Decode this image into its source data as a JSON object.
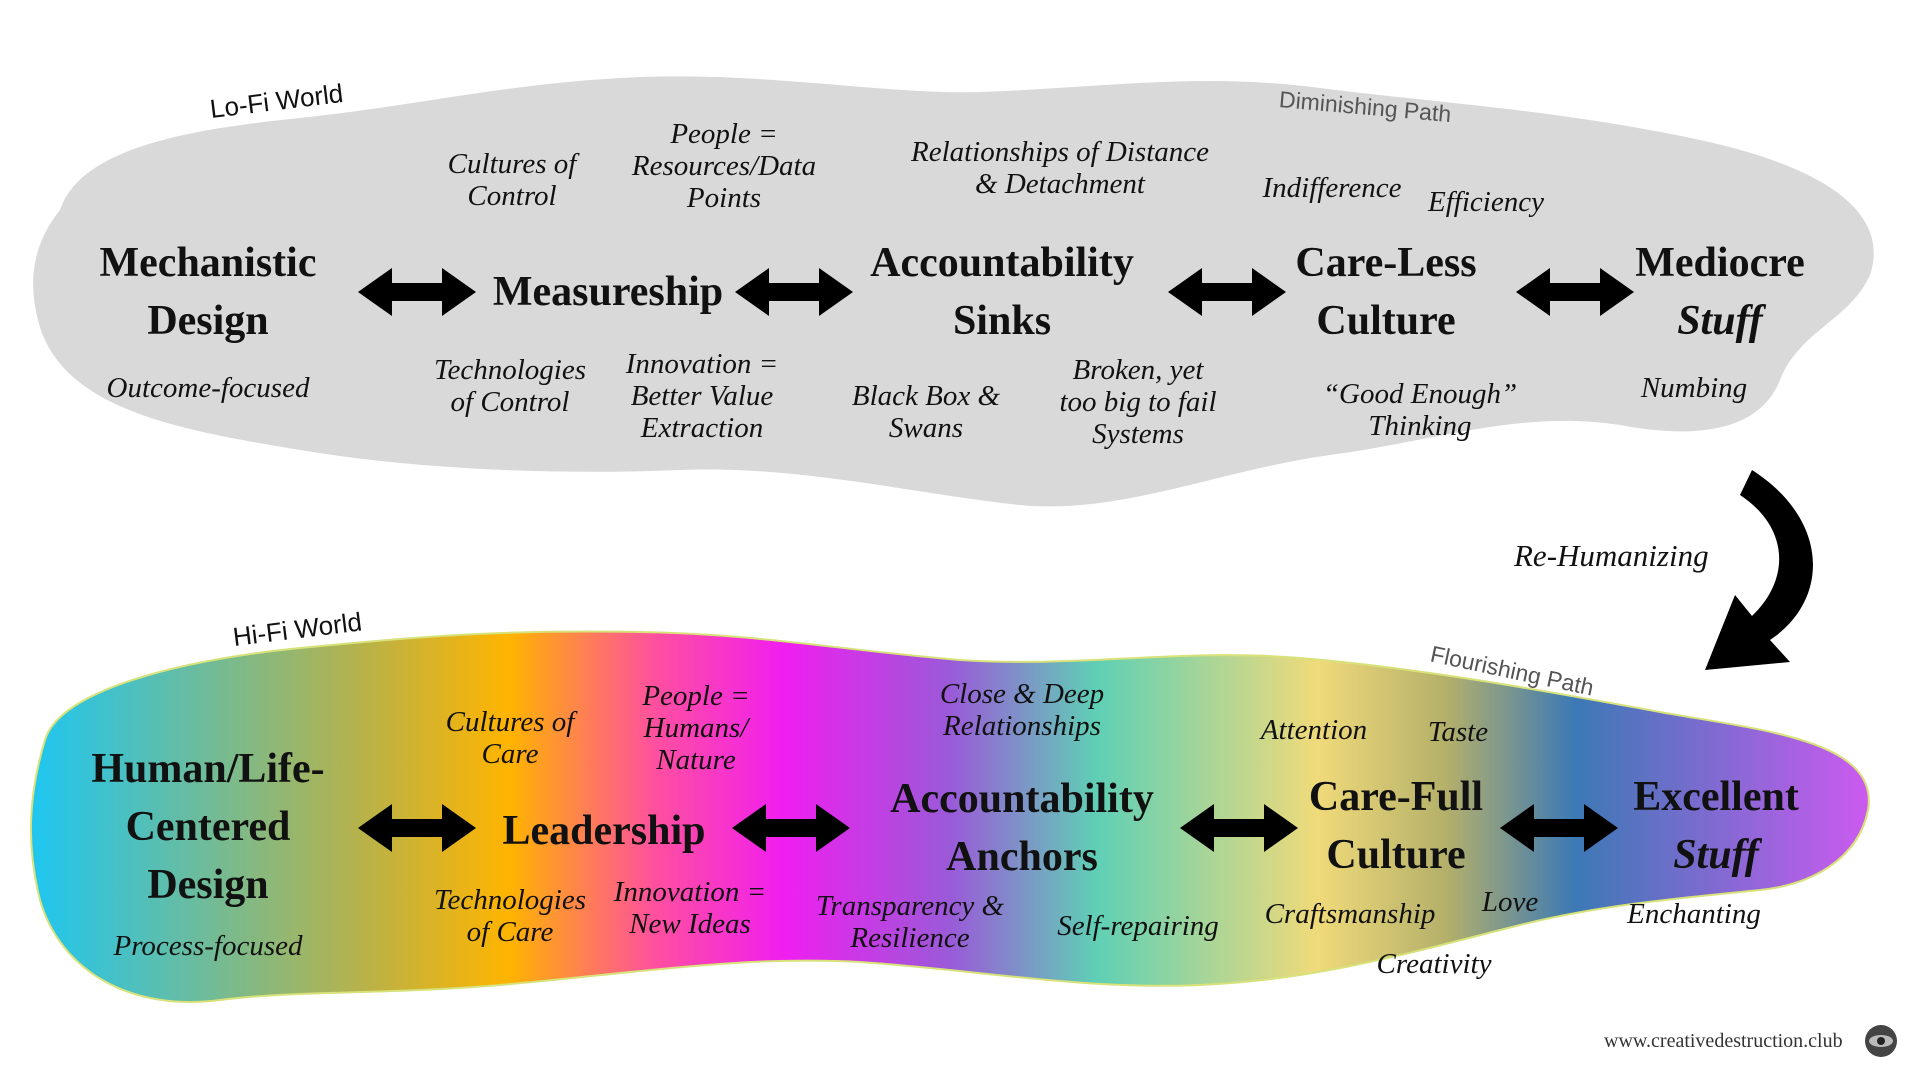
{
  "colors": {
    "lofi_fill": "#d9d9d9",
    "hifi_gradient": [
      "#1ec6f2",
      "#b7b24a",
      "#ffb400",
      "#ff3fa0",
      "#f01ef0",
      "#9a5ad8",
      "#5fd0b5",
      "#f0da7a",
      "#3c79b5",
      "#cc5af0"
    ],
    "text": "#111111"
  },
  "lofi": {
    "world_label": "Lo-Fi World",
    "path_label": "Diminishing Path",
    "stages": [
      {
        "lines": [
          "Mechanistic",
          "Design"
        ],
        "below": [
          "Outcome-focused"
        ]
      },
      {
        "lines": [
          "Measureship"
        ],
        "above": [
          "Cultures of",
          "Control"
        ],
        "above2": [
          "People =",
          "Resources/Data",
          "Points"
        ],
        "below": [
          "Technologies",
          "of Control"
        ],
        "below2": [
          "Innovation =",
          "Better Value",
          "Extraction"
        ]
      },
      {
        "lines": [
          "Accountability",
          "Sinks"
        ],
        "above": [
          "Relationships of Distance",
          "& Detachment"
        ],
        "below": [
          "Black Box &",
          "Swans"
        ],
        "below2": [
          "Broken, yet",
          "too big to fail",
          "Systems"
        ]
      },
      {
        "lines": [
          "Care-Less",
          "Culture"
        ],
        "above": [
          "Indifference"
        ],
        "above2": [
          "Efficiency"
        ],
        "below": [
          "“Good Enough”",
          "Thinking"
        ]
      },
      {
        "line1": "Mediocre",
        "line2_em": "Stuff",
        "below": [
          "Numbing"
        ]
      }
    ]
  },
  "transition": {
    "label": "Re-Humanizing",
    "icon": "curved-down-arrow-icon"
  },
  "hifi": {
    "world_label": "Hi-Fi World",
    "path_label": "Flourishing Path",
    "stages": [
      {
        "lines": [
          "Human/Life-",
          "Centered",
          "Design"
        ],
        "below": [
          "Process-focused"
        ]
      },
      {
        "lines": [
          "Leadership"
        ],
        "above": [
          "Cultures of",
          "Care"
        ],
        "above2": [
          "People =",
          "Humans/",
          "Nature"
        ],
        "below": [
          "Technologies",
          "of Care"
        ],
        "below2": [
          "Innovation =",
          "New Ideas"
        ]
      },
      {
        "lines": [
          "Accountability",
          "Anchors"
        ],
        "above": [
          "Close & Deep",
          "Relationships"
        ],
        "below": [
          "Transparency &",
          "Resilience"
        ],
        "below2": [
          "Self-repairing"
        ]
      },
      {
        "lines": [
          "Care-Full",
          "Culture"
        ],
        "above": [
          "Attention"
        ],
        "above2": [
          "Taste"
        ],
        "below": [
          "Craftsmanship"
        ],
        "below2": [
          "Love"
        ],
        "below3": [
          "Creativity"
        ]
      },
      {
        "line1": "Excellent",
        "line2_em": "Stuff",
        "below": [
          "Enchanting"
        ]
      }
    ]
  },
  "footer": {
    "url": "www.creativedestruction.club",
    "logo_icon": "eye-logo-icon"
  }
}
